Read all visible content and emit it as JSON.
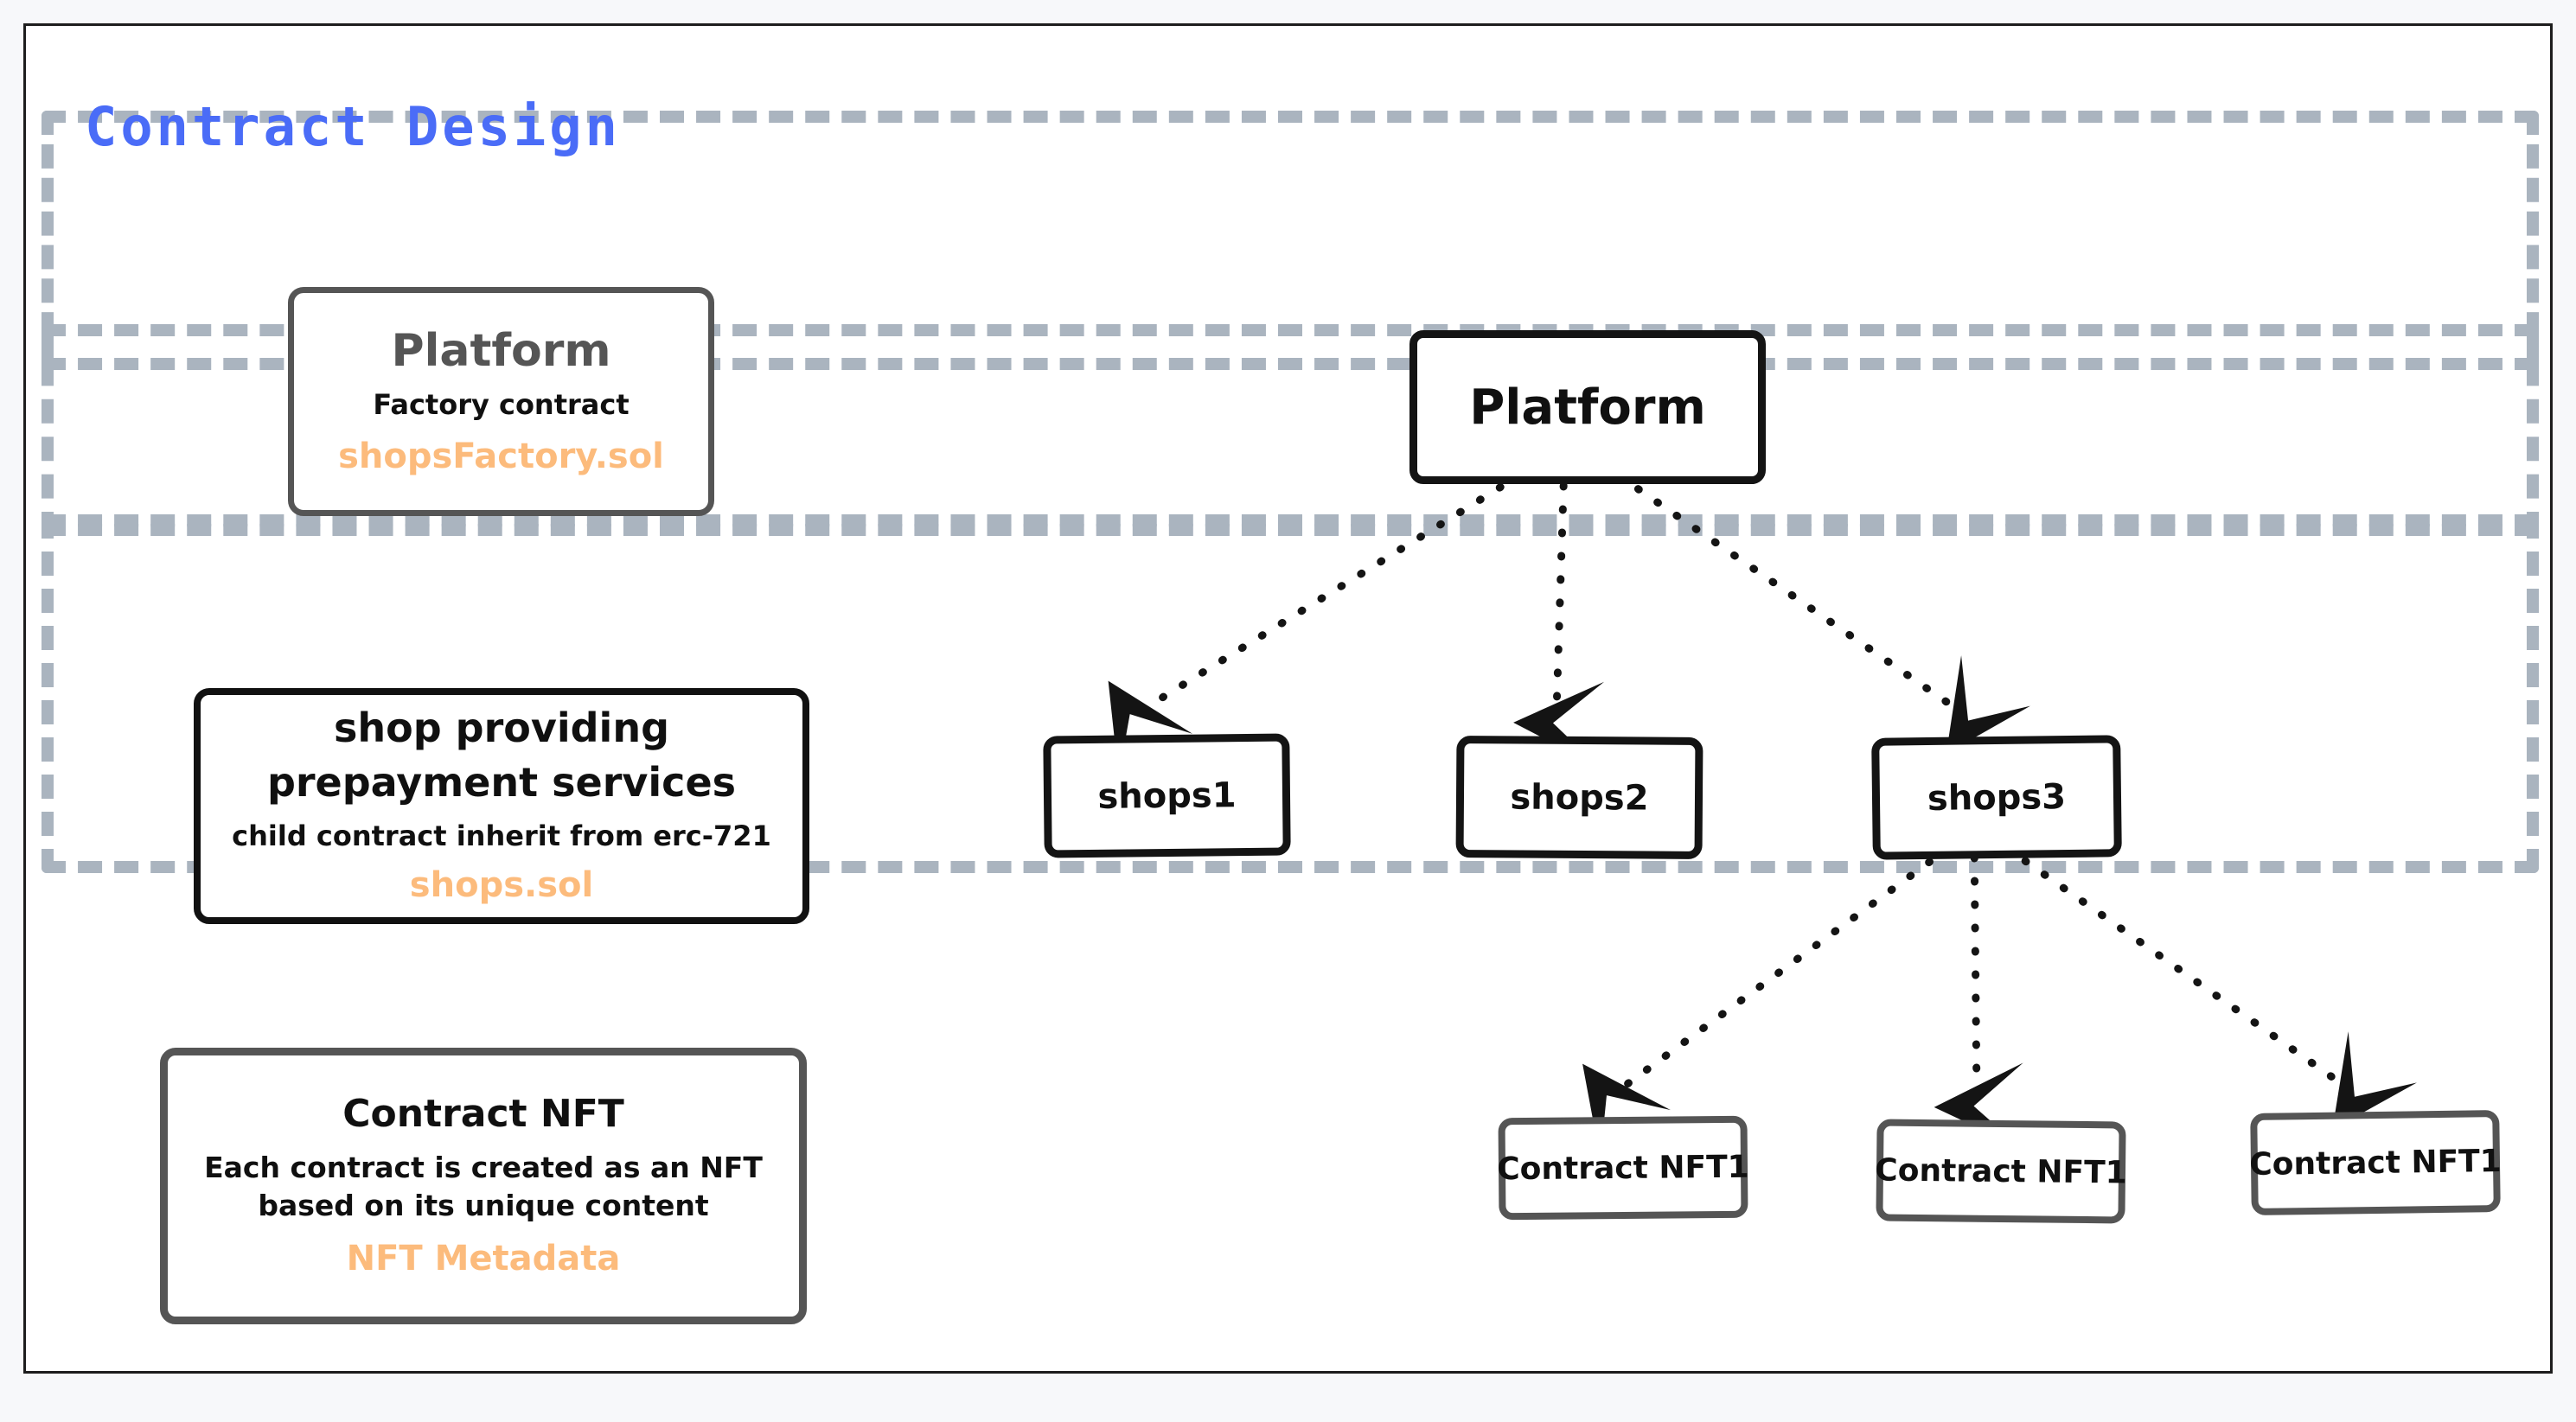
{
  "diagram": {
    "title": "Contract Design",
    "colors": {
      "title": "#4a6cf7",
      "lane_border": "#aab4bf",
      "node_dark": "#141414",
      "node_gray": "#555555",
      "file_label": "#fcbb7c",
      "canvas": "#ffffff",
      "page_background": "#f7f8fa"
    },
    "legend": [
      {
        "name": "platform-legend",
        "title": "Platform",
        "subtitle": "Factory contract",
        "file": "shopsFactory.sol"
      },
      {
        "name": "shops-legend",
        "title": "shop providing\nprepayment services",
        "title_line1": "shop providing",
        "title_line2": "prepayment services",
        "subtitle": "child contract inherit from erc-721",
        "file": "shops.sol"
      },
      {
        "name": "contract-nft-legend",
        "title": "Contract NFT",
        "subtitle_line1": "Each contract is created as an NFT",
        "subtitle_line2": "based on its unique content",
        "file": "NFT Metadata"
      }
    ],
    "tree": {
      "root": {
        "label": "Platform"
      },
      "level2": [
        {
          "label": "shops1"
        },
        {
          "label": "shops2"
        },
        {
          "label": "shops3"
        }
      ],
      "level3": [
        {
          "label": "Contract NFT1"
        },
        {
          "label": "Contract NFT1"
        },
        {
          "label": "Contract NFT1"
        }
      ]
    },
    "edges": [
      {
        "from": "Platform",
        "to": "shops1",
        "style": "dotted-arrow"
      },
      {
        "from": "Platform",
        "to": "shops2",
        "style": "dotted-arrow"
      },
      {
        "from": "Platform",
        "to": "shops3",
        "style": "dotted-arrow"
      },
      {
        "from": "shops3",
        "to": "Contract NFT1",
        "style": "dotted-arrow"
      },
      {
        "from": "shops3",
        "to": "Contract NFT1",
        "style": "dotted-arrow"
      },
      {
        "from": "shops3",
        "to": "Contract NFT1",
        "style": "dotted-arrow"
      }
    ]
  }
}
